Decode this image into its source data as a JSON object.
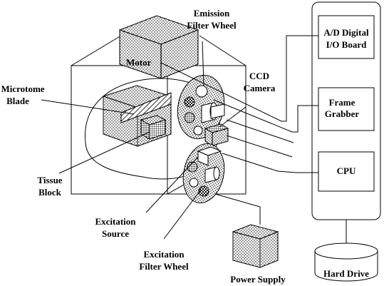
{
  "labels": {
    "motor": "Motor",
    "emission_filter_wheel": [
      "Emission",
      "Filter Wheel"
    ],
    "ccd_camera": [
      "CCD",
      "Camera"
    ],
    "microtome_blade": [
      "Microtome",
      "Blade"
    ],
    "tissue_block": [
      "Tissue",
      "Block"
    ],
    "excitation_source": [
      "Excitation",
      "Source"
    ],
    "excitation_filter_wheel": [
      "Excitation",
      "Filter Wheel"
    ],
    "power_supply": "Power Supply",
    "ad_board": [
      "A/D Digital",
      "I/O Board"
    ],
    "frame_grabber": [
      "Frame",
      "Grabber"
    ],
    "cpu": "CPU",
    "hard_drive": "Hard Drive"
  }
}
